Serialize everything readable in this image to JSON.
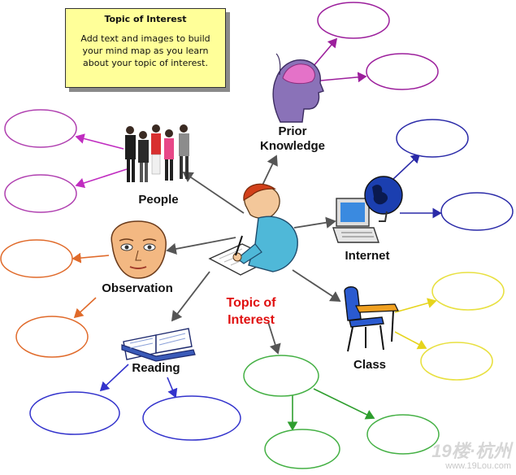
{
  "note": {
    "title": "Topic of Interest",
    "body": "Add text and images to build your mind map as you learn about your topic of interest."
  },
  "labels": {
    "center": "Topic of Interest",
    "people": "People",
    "prior_knowledge": "Prior Knowledge",
    "internet": "Internet",
    "observation": "Observation",
    "reading": "Reading",
    "class": "Class"
  },
  "watermark": {
    "brand": "19楼·杭州",
    "url": "www.19Lou.com"
  },
  "colors": {
    "people_bubbles": "#b040b0",
    "prior_bubbles": "#9c1f9c",
    "internet_bubbles": "#2a2aa8",
    "observation_bubbles": "#e06a2a",
    "reading_bubbles": "#3333cc",
    "class_bubbles": "#e8e040",
    "center_bubbles": "#44b044",
    "center_label": "#e01010"
  }
}
